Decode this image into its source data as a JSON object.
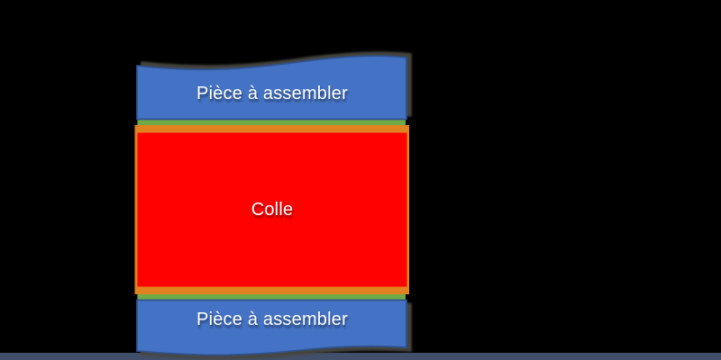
{
  "labels": {
    "top_piece": "Pièce à assembler",
    "glue": "Colle",
    "bottom_piece": "Pièce à assembler"
  },
  "colors": {
    "background": "#000000",
    "piece_fill": "#4472C4",
    "piece_border": "#2F528F",
    "glue_red": "#FE0100",
    "primer_orange": "#E2811F",
    "surface_green": "#6FAA47",
    "shadow_gray": "#484740",
    "label_text": "#FFFFFF",
    "bottom_bar": "#424F6A"
  }
}
